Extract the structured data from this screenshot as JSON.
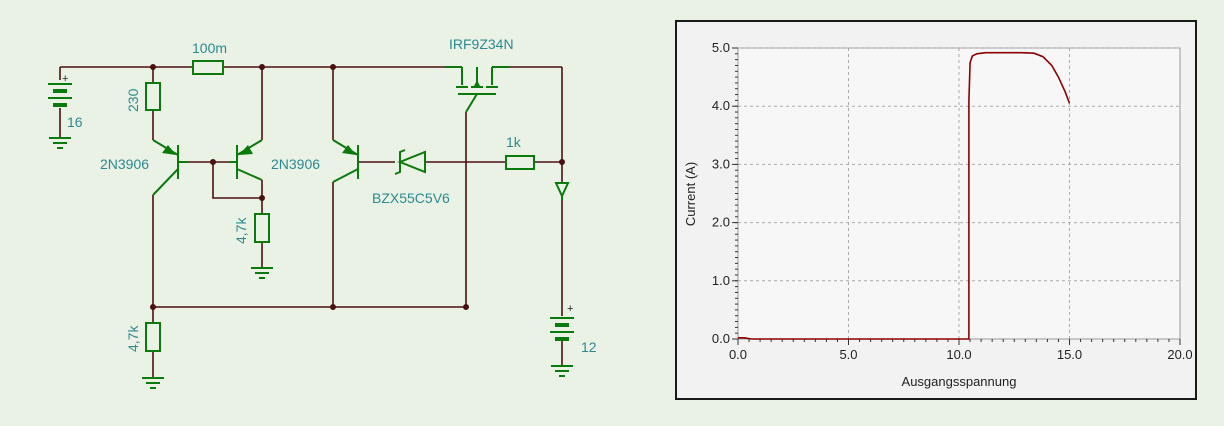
{
  "schematic": {
    "labels": {
      "r_sense": "100m",
      "mosfet": "IRF9Z34N",
      "r_base": "230",
      "battery_in": "16",
      "q1": "2N3906",
      "q2": "2N3906",
      "r_mid": "4,7k",
      "zener": "BZX55C5V6",
      "r_gate": "1k",
      "r_bottom": "4,7k",
      "battery_out": "12",
      "plus_in": "+",
      "plus_out": "+"
    }
  },
  "chart_data": {
    "type": "line",
    "xlabel": "Ausgangsspannung",
    "ylabel": "Current (A)",
    "xlim": [
      0,
      20
    ],
    "ylim": [
      0,
      5
    ],
    "grid": true,
    "x_ticks": [
      "0.0",
      "5.0",
      "10.0",
      "15.0",
      "20.0"
    ],
    "y_ticks": [
      "0.0",
      "1.0",
      "2.0",
      "3.0",
      "4.0",
      "5.0"
    ],
    "line_color": "#8b0000",
    "series": [
      {
        "x": [
          0,
          0.3,
          0.6,
          3,
          6,
          9,
          10.45,
          10.45,
          10.5,
          10.6,
          10.8,
          11.2,
          12,
          12.8,
          13.4,
          13.8,
          14.2,
          14.5,
          14.8,
          15.0
        ],
        "y": [
          0.02,
          0.02,
          0.0,
          0.0,
          0.0,
          0.0,
          0.0,
          4.1,
          4.75,
          4.86,
          4.9,
          4.92,
          4.92,
          4.92,
          4.91,
          4.85,
          4.7,
          4.5,
          4.25,
          4.05
        ]
      }
    ]
  }
}
